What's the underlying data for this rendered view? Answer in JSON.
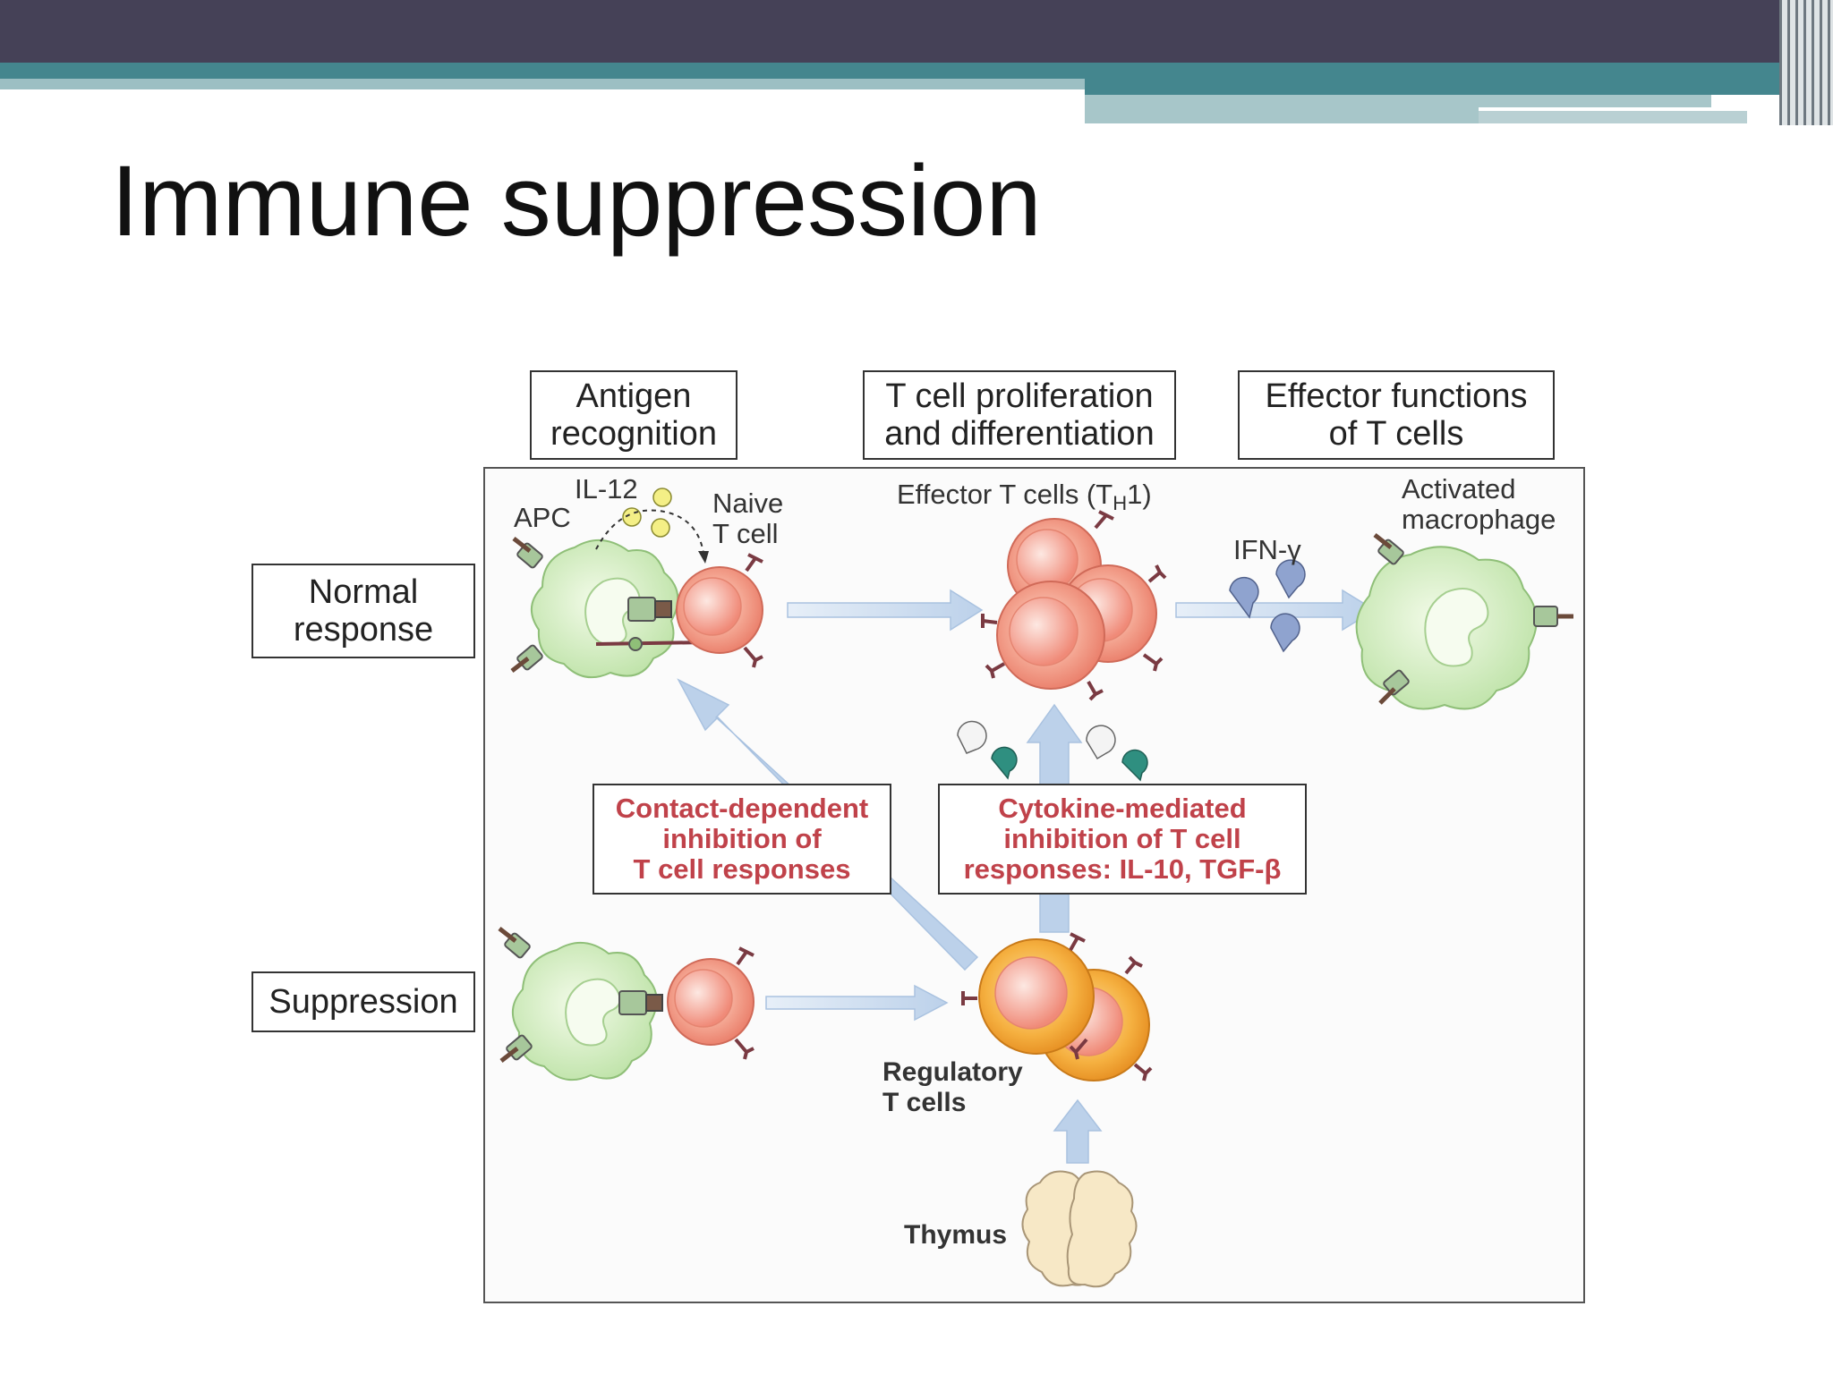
{
  "slide": {
    "title": "Immune suppression",
    "colors": {
      "dark_band": "#454157",
      "teal": "#44868e",
      "light_teal": "#9cbfc3"
    }
  },
  "diagram": {
    "headers": {
      "antigen": "Antigen\nrecognition",
      "proliferation": "T cell proliferation\nand differentiation",
      "effector": "Effector functions\nof T cells"
    },
    "rows": {
      "normal": "Normal\nresponse",
      "suppression": "Suppression"
    },
    "labels": {
      "il12": "IL-12",
      "apc": "APC",
      "naive": "Naive\nT cell",
      "effector_cells": "Effector T cells (T",
      "effector_sub": "H",
      "effector_end": "1)",
      "ifn": "IFN-γ",
      "macrophage": "Activated\nmacrophage",
      "regulatory": "Regulatory\nT cells",
      "thymus": "Thymus"
    },
    "inhibition": {
      "contact": "Contact-dependent\ninhibition of\nT cell responses",
      "cytokine": "Cytokine-mediated\ninhibition of T cell\nresponses: IL-10, TGF-β"
    },
    "icons": [
      "apc-cell-icon",
      "naive-t-cell-icon",
      "effector-t-cell-icon",
      "macrophage-icon",
      "regulatory-t-cell-icon",
      "thymus-icon",
      "cytokine-icon",
      "receptor-icon"
    ],
    "colors": {
      "apc_fill": "#d6efc6",
      "t_cell_fill": "#f3a28e",
      "reg_cell_fill": "#f4ab3c",
      "arrow": "#c3d6ec",
      "inhibition_text": "#c0424a",
      "thymus_fill": "#f7e8c6"
    }
  }
}
